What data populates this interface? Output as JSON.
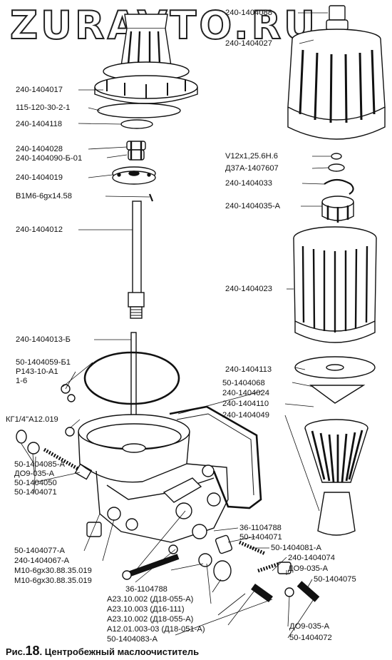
{
  "watermark": "ZURAVTO.RU",
  "caption": {
    "prefix": "Рис.",
    "number": "18",
    "title": ". Центробежный маслоочиститель"
  },
  "labels_left": [
    "240-1404017",
    "115-120-30-2-1",
    "240-1404118",
    "240-1404028",
    "240-1404090-Б-01",
    "240-1404019",
    "В1М6-6gx14.58",
    "240-1404012",
    "240-1404013-Б",
    "50-1404059-Б1",
    "Р143-10-А1",
    "1-6",
    "КГ1/4\"А12.019",
    "50-1404085-А",
    "ДО9-035-А",
    "50-1404050",
    "50-1404071",
    "50-1404077-А",
    "240-1404067-А",
    "М10-6gx30.88.35.019",
    "М10-6gx30.88.35.019"
  ],
  "labels_right": [
    "240-1404088",
    "240-1404027",
    "V12x1,25.6Н.6",
    "Д37А-1407607",
    "240-1404033",
    "240-1404035-А",
    "240-1404023",
    "240-1404113",
    "50-1404068",
    "240-1404024",
    "240-1404110",
    "240-1404049"
  ],
  "labels_bottom": [
    "36-1104788",
    "50-1404071",
    "50-1404081-А",
    "240-1404074",
    "ДО9-035-А",
    "50-1404075",
    "36-1104788",
    "А23.10.002 (Д18-055-А)",
    "А23.10.003 (Д16-111)",
    "А23.10.002 (Д18-055-А)",
    "А12.01.003-03 (Д18-051-А)",
    "50-1404083-А",
    "ДО9-035-А",
    "50-1404072"
  ]
}
